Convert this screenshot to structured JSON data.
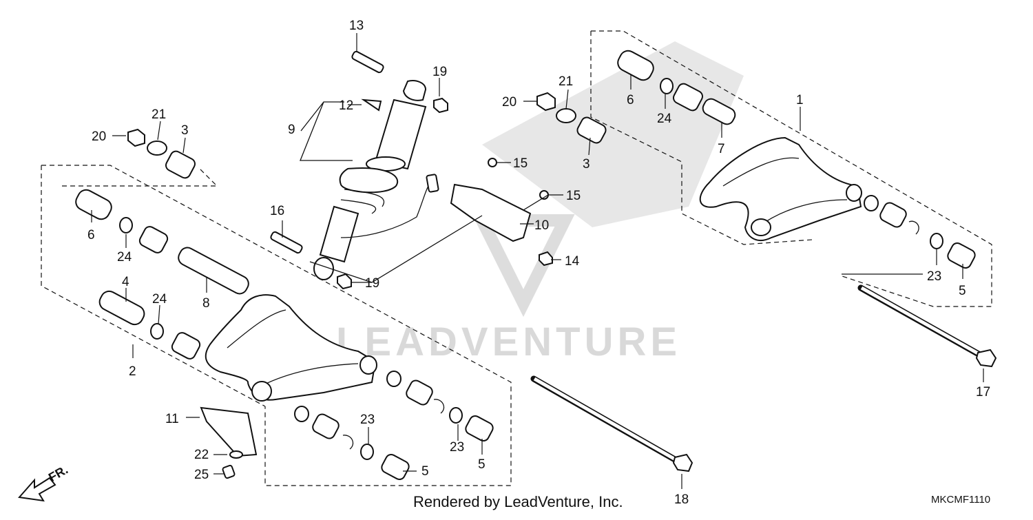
{
  "watermark": "LEADVENTURE",
  "credit": "Rendered by LeadVenture, Inc.",
  "diagram_code": "MKCMF1110",
  "direction_label": "FR.",
  "callouts": {
    "c1": "1",
    "c2": "2",
    "c3a": "3",
    "c3b": "3",
    "c4": "4",
    "c5a": "5",
    "c5b": "5",
    "c5c": "5",
    "c6a": "6",
    "c6b": "6",
    "c7": "7",
    "c8": "8",
    "c9": "9",
    "c10": "10",
    "c11": "11",
    "c12": "12",
    "c13": "13",
    "c14": "14",
    "c15a": "15",
    "c15b": "15",
    "c16": "16",
    "c17": "17",
    "c18": "18",
    "c19a": "19",
    "c19b": "19",
    "c20a": "20",
    "c20b": "20",
    "c21a": "21",
    "c21b": "21",
    "c22": "22",
    "c23a": "23",
    "c23b": "23",
    "c23c": "23",
    "c24a": "24",
    "c24b": "24",
    "c24c": "24",
    "c25": "25"
  }
}
